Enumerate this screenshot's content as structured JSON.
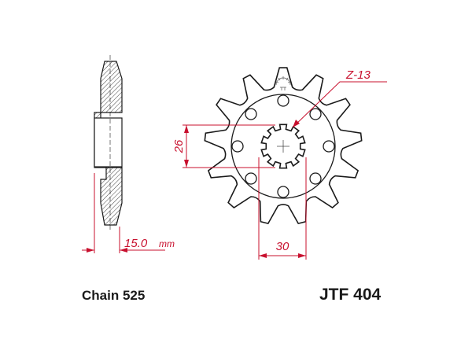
{
  "labels": {
    "chain": "Chain 525",
    "part_number": "JTF 404"
  },
  "dimensions": {
    "teeth": "Z-13",
    "height": "26",
    "width": "30",
    "offset_value": "15.0",
    "offset_unit": "mm"
  },
  "sprocket": {
    "tooth_count": 13,
    "bolt_hole_count": 8,
    "spline_count": 10
  },
  "colors": {
    "outline": "#1a1a1a",
    "dimension": "#c8102e",
    "hatch": "#444444"
  }
}
